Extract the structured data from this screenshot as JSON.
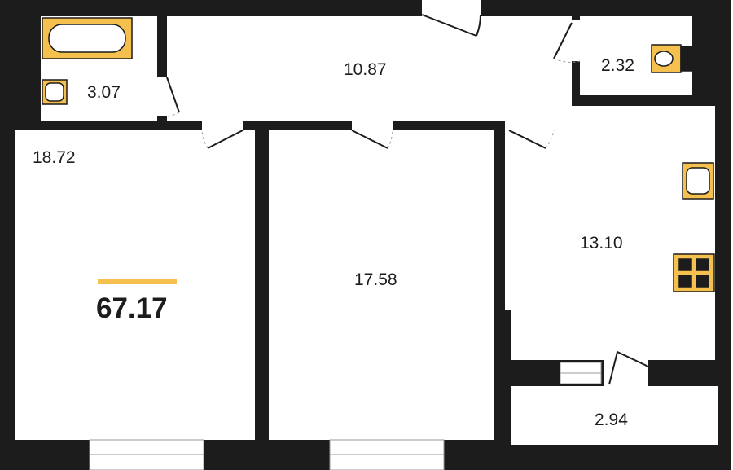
{
  "plan": {
    "total_area": "67.17",
    "accent_color": "#f5c04d",
    "wall_color": "#1c1c1c",
    "rooms": [
      {
        "id": "bathroom",
        "area": "3.07"
      },
      {
        "id": "hallway",
        "area": "10.87"
      },
      {
        "id": "toilet",
        "area": "2.32"
      },
      {
        "id": "bedroom",
        "area": "18.72"
      },
      {
        "id": "living-room",
        "area": "17.58"
      },
      {
        "id": "kitchen",
        "area": "13.10"
      },
      {
        "id": "balcony",
        "area": "2.94"
      }
    ]
  }
}
